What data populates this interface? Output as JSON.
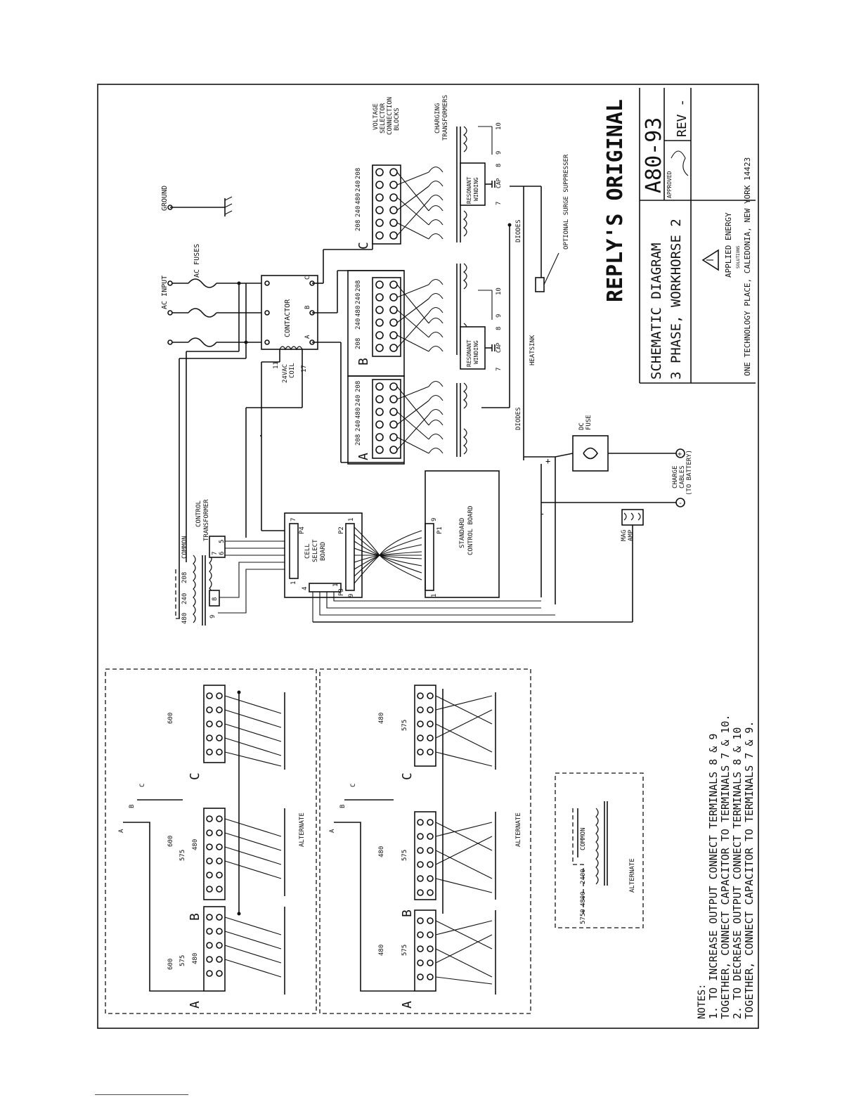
{
  "title_block": {
    "drawing_number": "A80-93",
    "revision": "REV -",
    "title_line1": "SCHEMATIC DIAGRAM",
    "title_line2": "3 PHASE, WORKHORSE 2",
    "approved_label": "APPROVED",
    "stamp": "REPLY'S ORIGINAL",
    "company": "APPLIED ENERGY",
    "company_sub": "SOLUTIONS",
    "address": "ONE TECHNOLOGY PLACE, CALEDONIA, NEW YORK 14423"
  },
  "labels": {
    "ground": "GROUND",
    "ac_fuses": "AC FUSES",
    "ac_input": "AC INPUT",
    "contactor": "CONTACTOR",
    "coil_line1": "24VAC",
    "coil_line2": "COIL",
    "coil_pin_left": "11",
    "coil_pin_right": "17",
    "contact_a": "A",
    "contact_b": "B",
    "contact_c": "C",
    "voltage_selector_1": "VOLTAGE",
    "voltage_selector_2": "SELECTOR",
    "voltage_selector_3": "CONNECTION",
    "voltage_selector_4": "BLOCKS",
    "charging_transformers_1": "CHARGING",
    "charging_transformers_2": "TRANSFORMERS",
    "resonant_1": "RESONANT",
    "resonant_2": "WINDING",
    "cap": "CAP",
    "surge": "OPTIONAL SURGE SUPPRESSER",
    "diodes": "DIODES",
    "heatsink": "HEATSINK",
    "dc_fuse_1": "DC",
    "dc_fuse_2": "FUSE",
    "charge_cables_1": "CHARGE",
    "charge_cables_2": "CABLES",
    "charge_cables_3": "(TO BATTERY)",
    "mag_amp_1": "MAG",
    "mag_amp_2": "AMP",
    "plus": "+",
    "minus": "-",
    "control_transformer_1": "CONTROL",
    "control_transformer_2": "TRANSFORMER",
    "common": "COMMON",
    "tap_480": "480",
    "tap_240": "240",
    "tap_208": "208",
    "cell_select_1": "CELL",
    "cell_select_2": "SELECT",
    "cell_select_3": "BOARD",
    "standard_control_1": "STANDARD",
    "standard_control_2": "CONTROL BOARD",
    "p1": "P1",
    "p2": "P2",
    "p3": "P3",
    "p4": "P4",
    "block_a": "A",
    "block_b": "B",
    "block_c": "C",
    "alternate": "ALTERNATE",
    "tap_600": "600",
    "tap_575": "575",
    "tap_5750": "5750",
    "tap_4800": "4800",
    "tap_2400": "2400",
    "pin_7": "7",
    "pin_8": "8",
    "pin_9": "9",
    "pin_10": "10",
    "pin_1": "1",
    "pin_4": "4",
    "pin_6": "6",
    "pin_5": "5"
  },
  "notes": {
    "heading": "NOTES:",
    "line1": "1. TO INCREASE OUTPUT CONNECT TERMINALS 8 & 9",
    "line2": "TOGETHER, CONNECT CAPACITOR TO TERMINALS 7 & 10.",
    "line3": "2. TO DECREASE OUTPUT CONNECT TERMINALS 8 & 10",
    "line4": "TOGETHER, CONNECT CAPACITOR TO TERMINALS 7 & 9."
  },
  "colors": {
    "ink": "#111111",
    "paper": "#ffffff",
    "link": "#3a3adb"
  }
}
